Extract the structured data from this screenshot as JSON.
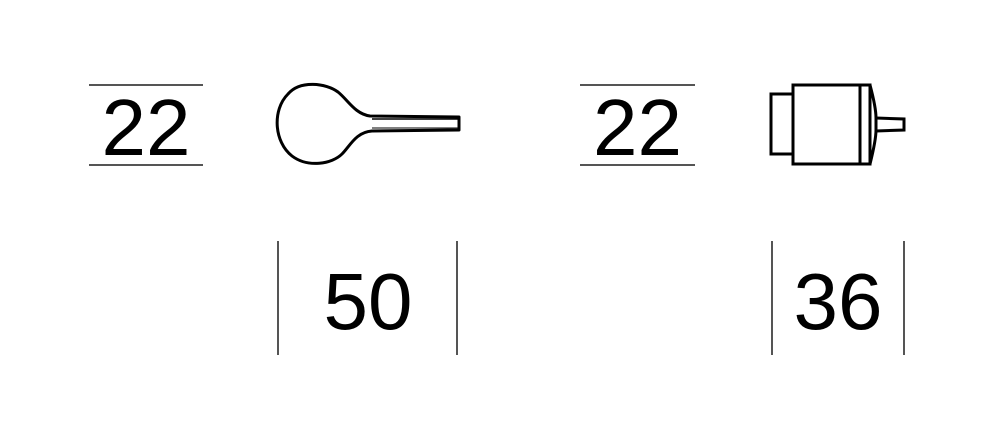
{
  "diagram": {
    "items": [
      {
        "name": "lever-handle",
        "height_label": "22",
        "width_label": "50"
      },
      {
        "name": "knob-handle",
        "height_label": "22",
        "width_label": "36"
      }
    ],
    "colors": {
      "stroke": "#000000",
      "dimension_line": "#555555",
      "background": "#ffffff"
    }
  }
}
